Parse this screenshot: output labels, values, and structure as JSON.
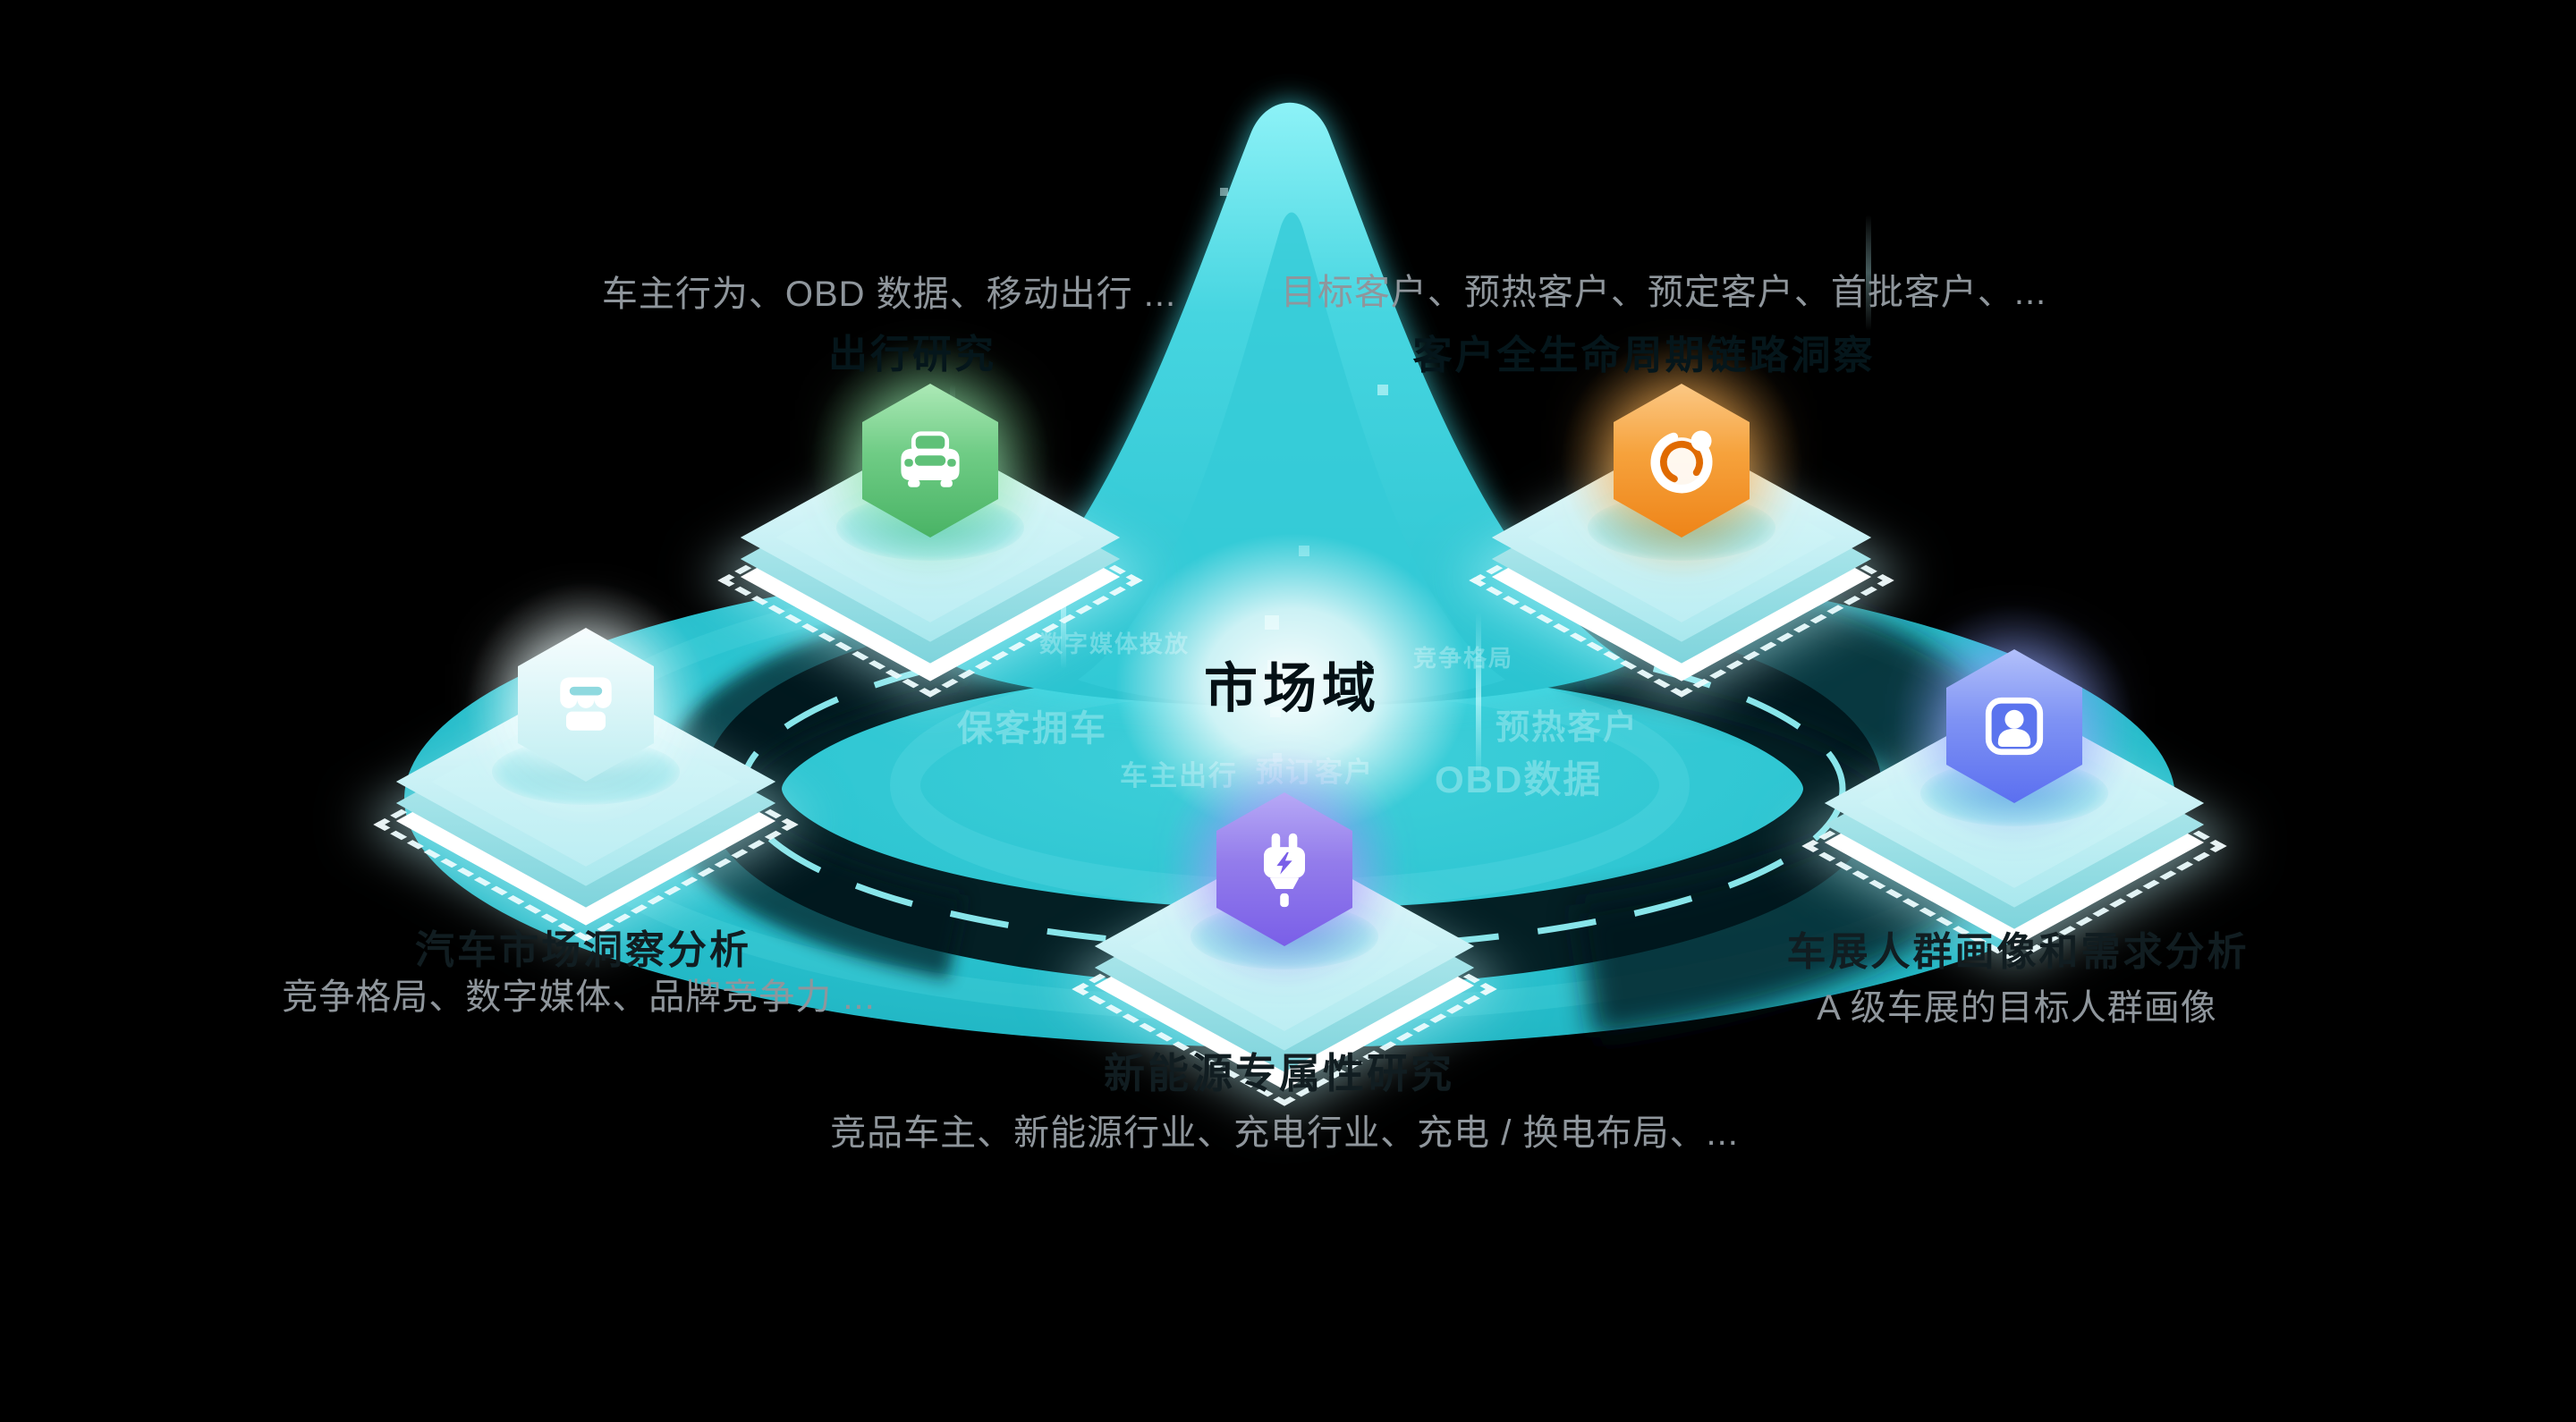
{
  "diagram": {
    "center": {
      "label": "市场域"
    },
    "nodes": [
      {
        "id": "travel-research",
        "label": "出行研究",
        "caption": "车主行为、OBD 数据、移动出行 ...",
        "icon": "car-icon",
        "accent": "#49b365"
      },
      {
        "id": "customer-lifecycle",
        "label": "客户全生命周期链路洞察",
        "caption": "目标客户、预热客户、预定客户、首批客户、...",
        "icon": "lifecycle-ring-icon",
        "accent": "#ee8418"
      },
      {
        "id": "auto-market-insight",
        "label": "汽车市场洞察分析",
        "caption": "竞争格局、数字媒体、品牌竞争力 ...",
        "icon": "storefront-icon",
        "accent": "#bfeef2"
      },
      {
        "id": "auto-show-persona",
        "label": "车展人群画像和需求分析",
        "caption": "A 级车展的目标人群画像",
        "icon": "user-card-icon",
        "accent": "#5b6ff0"
      },
      {
        "id": "nev-research",
        "label": "新能源专属性研究",
        "caption": "竞品车主、新能源行业、充电行业、充电 / 换电布局、...",
        "icon": "charging-plug-icon",
        "accent": "#7a5fe8"
      }
    ],
    "watermarks": [
      "数字媒体投放",
      "竞争格局",
      "保客拥车",
      "预热客户",
      "车主出行",
      "预订客户",
      "OBD数据"
    ],
    "colors": {
      "background": "#000000",
      "disc_teal": "#29c2cf",
      "beam_teal": "#3fd2dd",
      "dashed_ring": "#8ff0f5",
      "ring_shadow": "#02161a",
      "caption_gray": "#8f969c",
      "hidden_label": "#111d21",
      "dark_label": "#05161b",
      "center_glow": "#ffffff"
    }
  }
}
